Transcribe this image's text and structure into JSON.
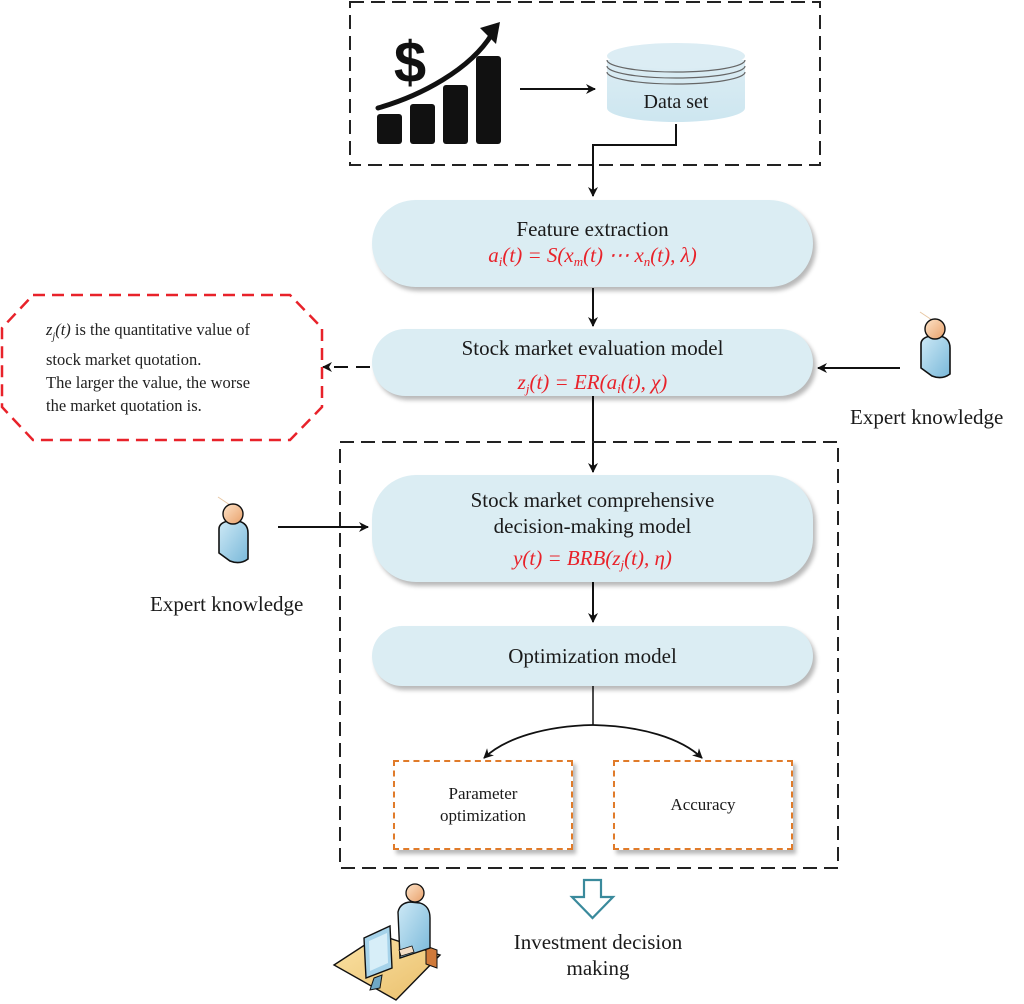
{
  "data_source": {
    "icon": "stock-growth-chart-icon",
    "dataset_label": "Data set"
  },
  "feature_extraction": {
    "title": "Feature extraction",
    "formula": "a_i(t) = S(x_m(t) ⋯ x_n(t), λ)",
    "formula_parts": {
      "lhs": "a",
      "lhs_sub": "i",
      "rhs_a": "(t) = S(x",
      "sub_m": "m",
      "rhs_b": "(t) ⋯ x",
      "sub_n": "n",
      "rhs_c": "(t), λ)"
    }
  },
  "evaluation_model": {
    "title": "Stock market evaluation model",
    "formula": "z_j(t) = ER(a_i(t), χ)",
    "formula_parts": {
      "lhs": "z",
      "lhs_sub": "j",
      "rhs_a": "(t) = ER(a",
      "sub_i": "i",
      "rhs_b": "(t), χ)"
    }
  },
  "note": {
    "var": "z",
    "var_sub": "j",
    "var_rest": "(t)",
    "line1": " is the quantitative value of",
    "line2": "stock market quotation.",
    "line3": "The larger the value, the worse",
    "line4": "the market quotation is."
  },
  "expert_right": {
    "label": "Expert knowledge",
    "icon": "expert-person-icon"
  },
  "expert_left": {
    "label": "Expert knowledge",
    "icon": "expert-person-icon"
  },
  "decision_model": {
    "title_line1": "Stock market comprehensive",
    "title_line2": "decision-making model",
    "formula": "y(t) = BRB(z_j(t), η)",
    "formula_parts": {
      "lhs": "y(t) = BRB(z",
      "sub_j": "j",
      "rhs": "(t), η)"
    }
  },
  "optimization_model": {
    "title": "Optimization model"
  },
  "outputs": [
    {
      "line1": "Parameter",
      "line2": "optimization"
    },
    {
      "line1": "Accuracy"
    }
  ],
  "final": {
    "line1": "Investment decision",
    "line2": "making",
    "icon": "investor-at-computer-icon"
  },
  "colors": {
    "pill_fill": "#dbedf3",
    "formula": "#e8222a",
    "note_border": "#e8222a",
    "output_border": "#e07b2a",
    "hollow_arrow": "#3a8a9c"
  }
}
